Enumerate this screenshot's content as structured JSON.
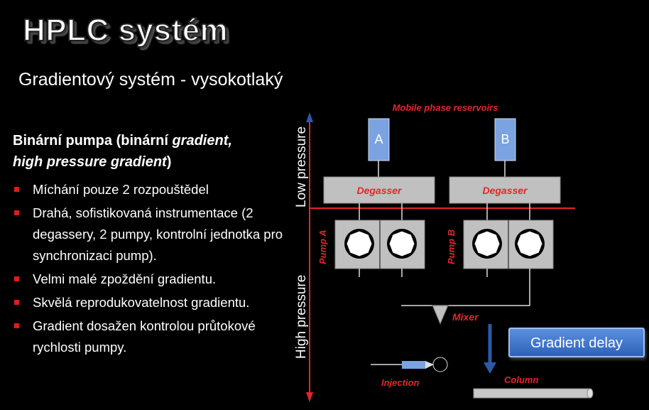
{
  "slide": {
    "title": "HPLC systém",
    "subtitle": "Gradientový systém - vysokotlaký",
    "heading_prefix": "Binární pumpa (binární ",
    "heading_gradient": "gradient,",
    "heading_hp": "high pressure gradient",
    "heading_suffix": ")",
    "bullets": [
      "Míchání pouze 2 rozpouštědel",
      "Drahá, sofistikovaná instrumentace (2 degassery, 2 pumpy, kontrolní jednotka pro synchronizaci pump).",
      "Velmi malé zpoždění gradientu.",
      "Skvělá reprodukovatelnost gradientu.",
      "Gradient dosažen kontrolou průtokové rychlosti pumpy."
    ]
  },
  "diagram": {
    "reservoirs_label": "Mobile phase reservoirs",
    "reservoir_a": "A",
    "reservoir_b": "B",
    "degasser_left": "Degasser",
    "degasser_right": "Degasser",
    "low_pressure": "Low pressure",
    "high_pressure": "High pressure",
    "pump_a": "Pump A",
    "pump_b": "Pump B",
    "mixer": "Mixer",
    "injection": "Injection",
    "column": "Column",
    "gradient_delay": "Gradient delay",
    "colors": {
      "accent_red": "#e3262a",
      "reservoir_blue": "#7aa3e0",
      "box_gray": "#c0c0c0",
      "arrow_blue": "#2d5aa8"
    }
  }
}
